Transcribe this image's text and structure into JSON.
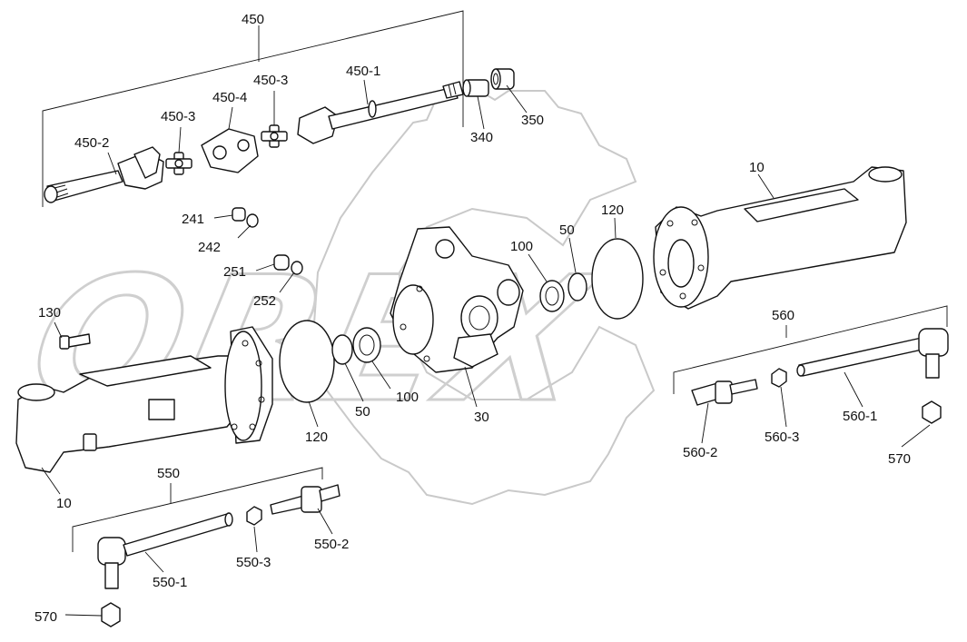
{
  "watermark": "OREX",
  "labels": {
    "l450": "450",
    "l450_1": "450-1",
    "l450_2": "450-2",
    "l450_3a": "450-3",
    "l450_3b": "450-3",
    "l450_4": "450-4",
    "l340": "340",
    "l350": "350",
    "l241": "241",
    "l242": "242",
    "l251": "251",
    "l252": "252",
    "l130": "130",
    "l10a": "10",
    "l10b": "10",
    "l120a": "120",
    "l120b": "120",
    "l50a": "50",
    "l50b": "50",
    "l100a": "100",
    "l100b": "100",
    "l30": "30",
    "l560": "560",
    "l560_1": "560-1",
    "l560_2": "560-2",
    "l560_3": "560-3",
    "l570a": "570",
    "l570b": "570",
    "l550": "550",
    "l550_1": "550-1",
    "l550_2": "550-2",
    "l550_3": "550-3"
  }
}
